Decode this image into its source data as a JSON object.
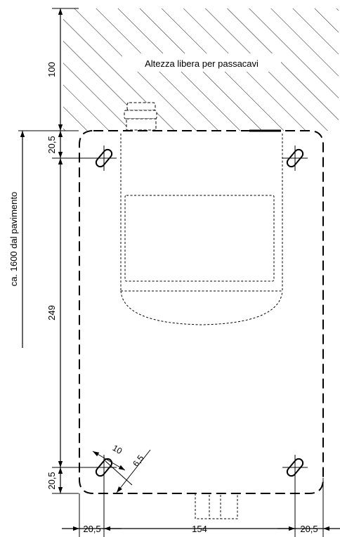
{
  "labels": {
    "free_height": "Altezza libera per passacavi",
    "floor_distance": "ca. 1600 dal pavimento"
  },
  "dimensions": {
    "top_clearance": "100",
    "top_hole_offset": "20,5",
    "hole_spacing_vertical": "249",
    "bottom_hole_offset": "20,5",
    "left_hole_offset": "20,5",
    "hole_spacing_horizontal": "154",
    "right_hole_offset": "20,5",
    "slot_length": "10",
    "slot_width": "6,5"
  },
  "colors": {
    "line": "#000000",
    "background": "#ffffff"
  }
}
